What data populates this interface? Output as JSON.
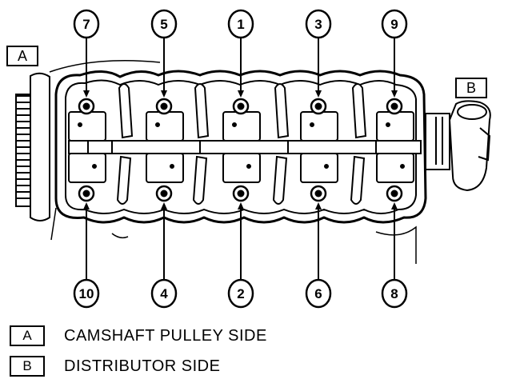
{
  "side_labels": {
    "a": "A",
    "b": "B"
  },
  "bolts": [
    {
      "id": "7",
      "row": "top",
      "col": 0
    },
    {
      "id": "5",
      "row": "top",
      "col": 1
    },
    {
      "id": "1",
      "row": "top",
      "col": 2
    },
    {
      "id": "3",
      "row": "top",
      "col": 3
    },
    {
      "id": "9",
      "row": "top",
      "col": 4
    },
    {
      "id": "10",
      "row": "bottom",
      "col": 0
    },
    {
      "id": "4",
      "row": "bottom",
      "col": 1
    },
    {
      "id": "2",
      "row": "bottom",
      "col": 2
    },
    {
      "id": "6",
      "row": "bottom",
      "col": 3
    },
    {
      "id": "8",
      "row": "bottom",
      "col": 4
    }
  ],
  "legend": [
    {
      "key": "A",
      "text": "CAMSHAFT PULLEY SIDE"
    },
    {
      "key": "B",
      "text": "DISTRIBUTOR SIDE"
    }
  ]
}
